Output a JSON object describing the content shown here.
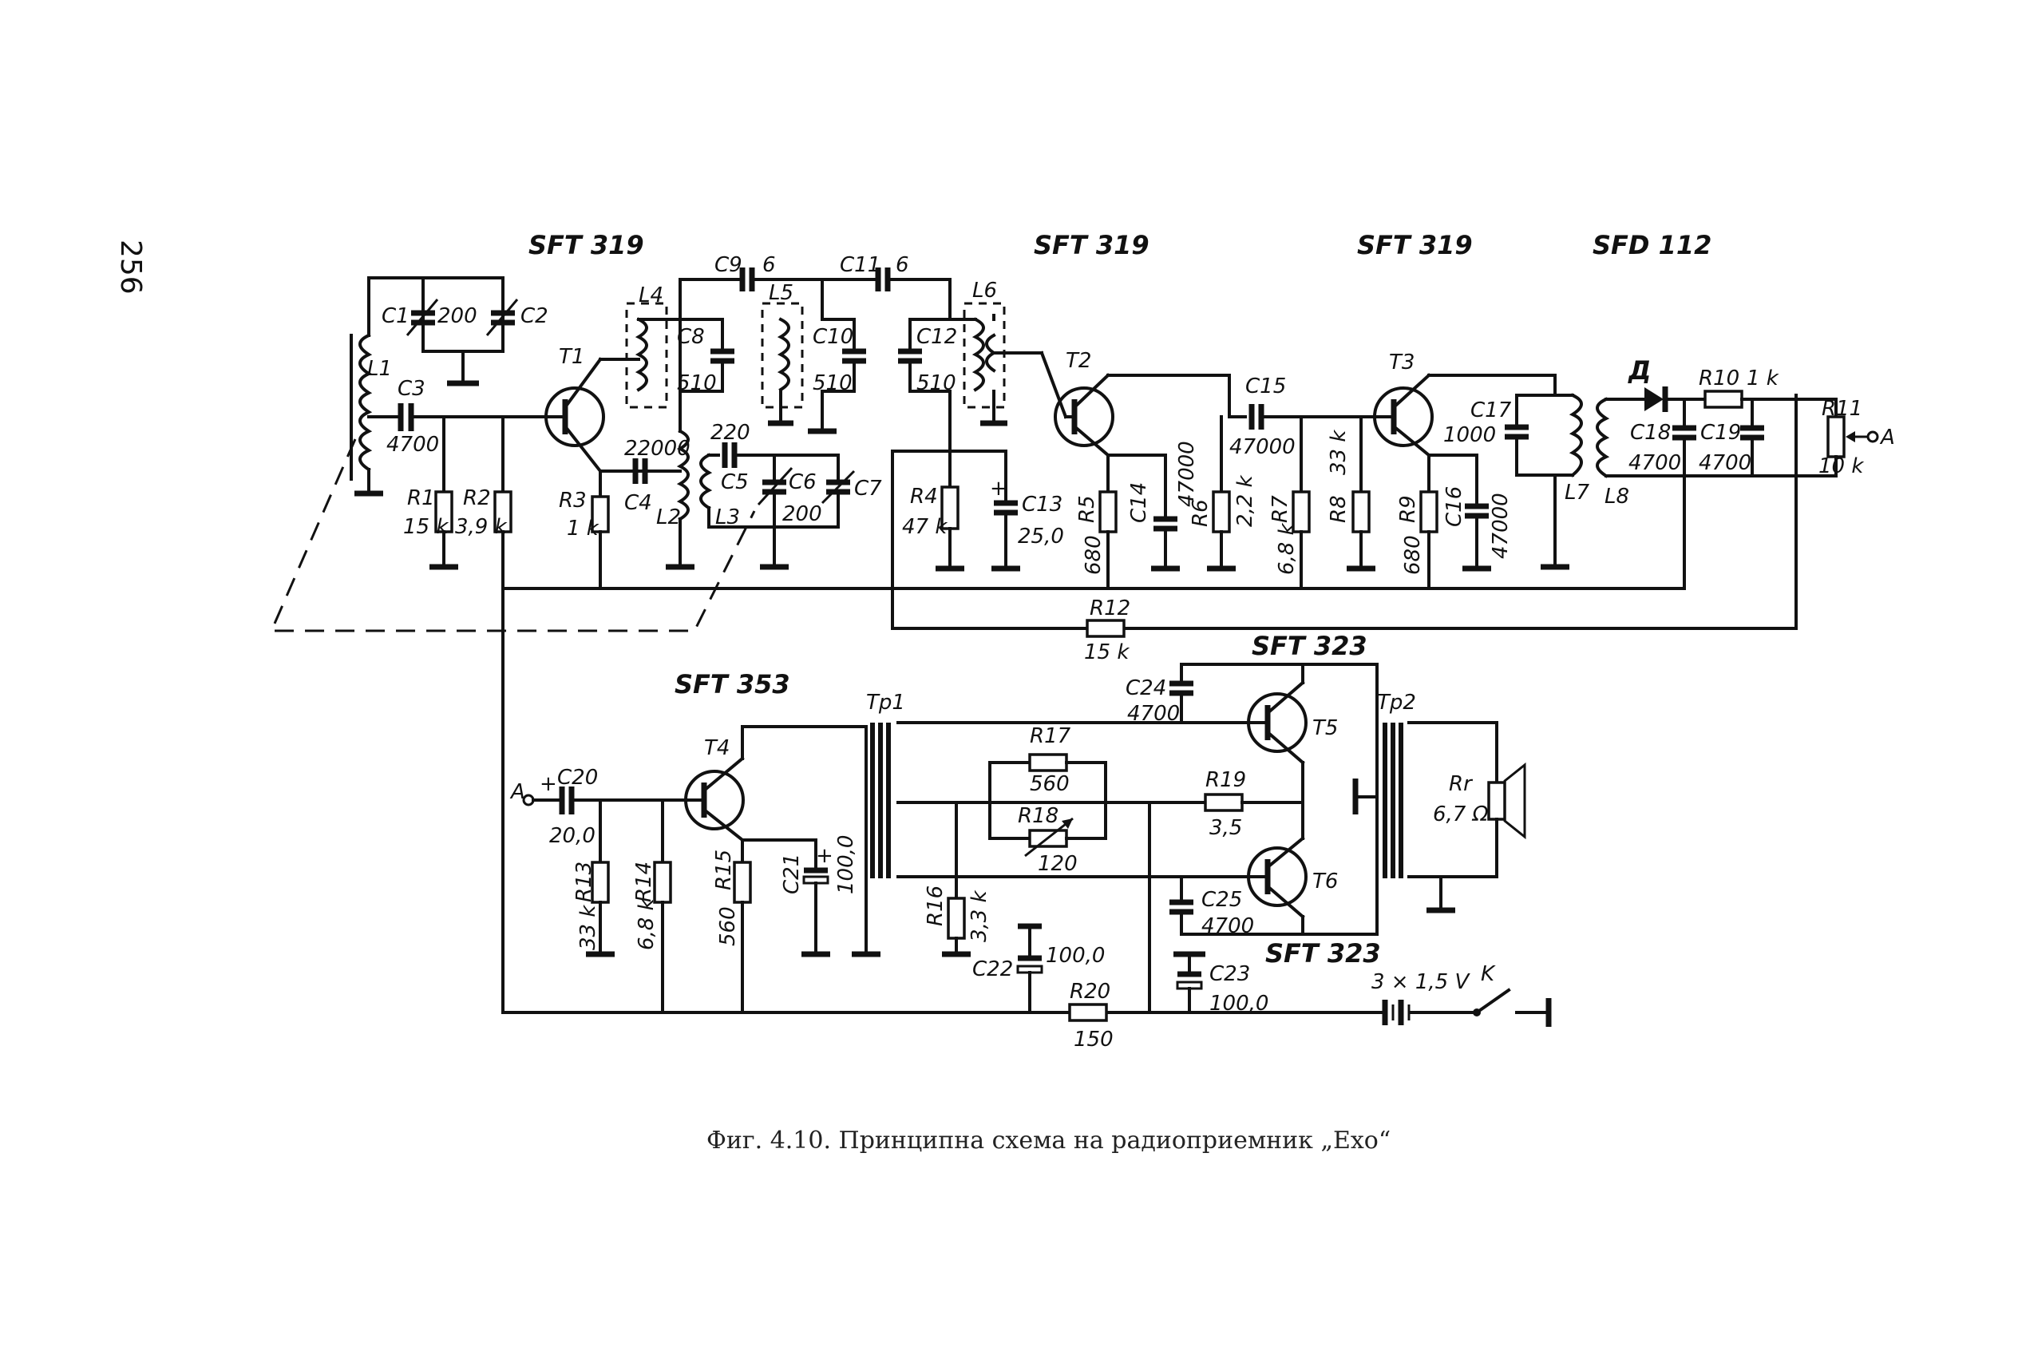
{
  "page_number": "256",
  "caption": "Фиг. 4.10. Принципна схема на радиоприемник „Exo“",
  "transistors": {
    "t1": {
      "ref": "T1",
      "type": "SFT 319"
    },
    "t2": {
      "ref": "T2",
      "type": "SFT 319"
    },
    "t3": {
      "ref": "T3",
      "type": "SFT 319"
    },
    "t4": {
      "ref": "T4",
      "type": "SFT 353"
    },
    "t5": {
      "ref": "T5",
      "type": "SFT 323"
    },
    "t6": {
      "ref": "T6",
      "type": "SFT 323"
    }
  },
  "diode": {
    "ref": "Д",
    "type": "SFD 112"
  },
  "resistors": {
    "r1": {
      "ref": "R1",
      "value": "15 k"
    },
    "r2": {
      "ref": "R2",
      "value": "3,9 k"
    },
    "r3": {
      "ref": "R3",
      "value": "1 k"
    },
    "r4": {
      "ref": "R4",
      "value": "47 k"
    },
    "r5": {
      "ref": "R5",
      "value": "680"
    },
    "r6": {
      "ref": "R6",
      "value": "2,2 k"
    },
    "r7": {
      "ref": "R7",
      "value": "6,8 k"
    },
    "r8": {
      "ref": "R8",
      "value": "33 k"
    },
    "r9": {
      "ref": "R9",
      "value": "680"
    },
    "r10": {
      "ref": "R10",
      "value": "1 k"
    },
    "r11": {
      "ref": "R11",
      "value": "10 k"
    },
    "r12": {
      "ref": "R12",
      "value": "15 k"
    },
    "r13": {
      "ref": "R13",
      "value": "33 k"
    },
    "r14": {
      "ref": "R14",
      "value": "6,8 k"
    },
    "r15": {
      "ref": "R15",
      "value": "560"
    },
    "r16": {
      "ref": "R16",
      "value": "3,3 k"
    },
    "r17": {
      "ref": "R17",
      "value": "560"
    },
    "r18": {
      "ref": "R18",
      "value": "120"
    },
    "r19": {
      "ref": "R19",
      "value": "3,5"
    },
    "r20": {
      "ref": "R20",
      "value": "150"
    },
    "rr": {
      "ref": "Rr",
      "value": "6,7 Ω"
    }
  },
  "capacitors": {
    "c1": {
      "ref": "C1",
      "value": "200"
    },
    "c2": {
      "ref": "C2",
      "value": ""
    },
    "c3": {
      "ref": "C3",
      "value": "4700"
    },
    "c4": {
      "ref": "C4",
      "value": "22000"
    },
    "c5": {
      "ref": "C5",
      "value": "220"
    },
    "c6": {
      "ref": "C6",
      "value": "200"
    },
    "c7": {
      "ref": "C7",
      "value": ""
    },
    "c8": {
      "ref": "C8",
      "value": "510"
    },
    "c9": {
      "ref": "C9",
      "value": "6"
    },
    "c10": {
      "ref": "C10",
      "value": "510"
    },
    "c11": {
      "ref": "C11",
      "value": "6"
    },
    "c12": {
      "ref": "C12",
      "value": "510"
    },
    "c13": {
      "ref": "C13",
      "value": "25,0"
    },
    "c14": {
      "ref": "C14",
      "value": "47000"
    },
    "c15": {
      "ref": "C15",
      "value": "47000"
    },
    "c16": {
      "ref": "C16",
      "value": "47000"
    },
    "c17": {
      "ref": "C17",
      "value": "1000"
    },
    "c18": {
      "ref": "C18",
      "value": "4700"
    },
    "c19": {
      "ref": "C19",
      "value": "4700"
    },
    "c20": {
      "ref": "C20",
      "value": "20,0"
    },
    "c21": {
      "ref": "C21",
      "value": "100,0"
    },
    "c22": {
      "ref": "C22",
      "value": "100,0"
    },
    "c23": {
      "ref": "C23",
      "value": "100,0"
    },
    "c24": {
      "ref": "C24",
      "value": "4700"
    },
    "c25": {
      "ref": "C25",
      "value": "4700"
    }
  },
  "inductors": {
    "l1": "L1",
    "l2": "L2",
    "l3": "L3",
    "l4": "L4",
    "l5": "L5",
    "l6": "L6",
    "l7": "L7",
    "l8": "L8"
  },
  "transformers": {
    "tp1": "Tp1",
    "tp2": "Tp2"
  },
  "battery": "3 × 1,5 V",
  "switch": "K",
  "node_a_out": "A",
  "node_a_in": "A"
}
